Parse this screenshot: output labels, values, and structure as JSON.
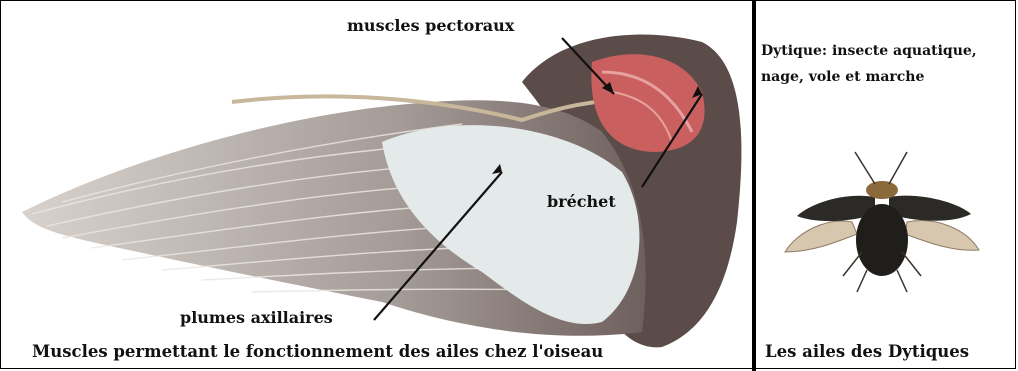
{
  "wing": {
    "label_muscles": "muscles pectoraux",
    "label_brechet": "bréchet",
    "label_plumes": "plumes axillaires",
    "caption": "Muscles permettant le fonctionnement des ailes chez l'oiseau"
  },
  "dytique": {
    "description": "Dytique: insecte aquatique, nage, vole et marche",
    "caption": "Les ailes des Dytiques"
  },
  "colors": {
    "feather": "#a39a96",
    "feather_dark": "#5b4c4a",
    "down": "#e4e9ea",
    "muscle": "#c9605f",
    "beetle": "#2b2a26"
  }
}
